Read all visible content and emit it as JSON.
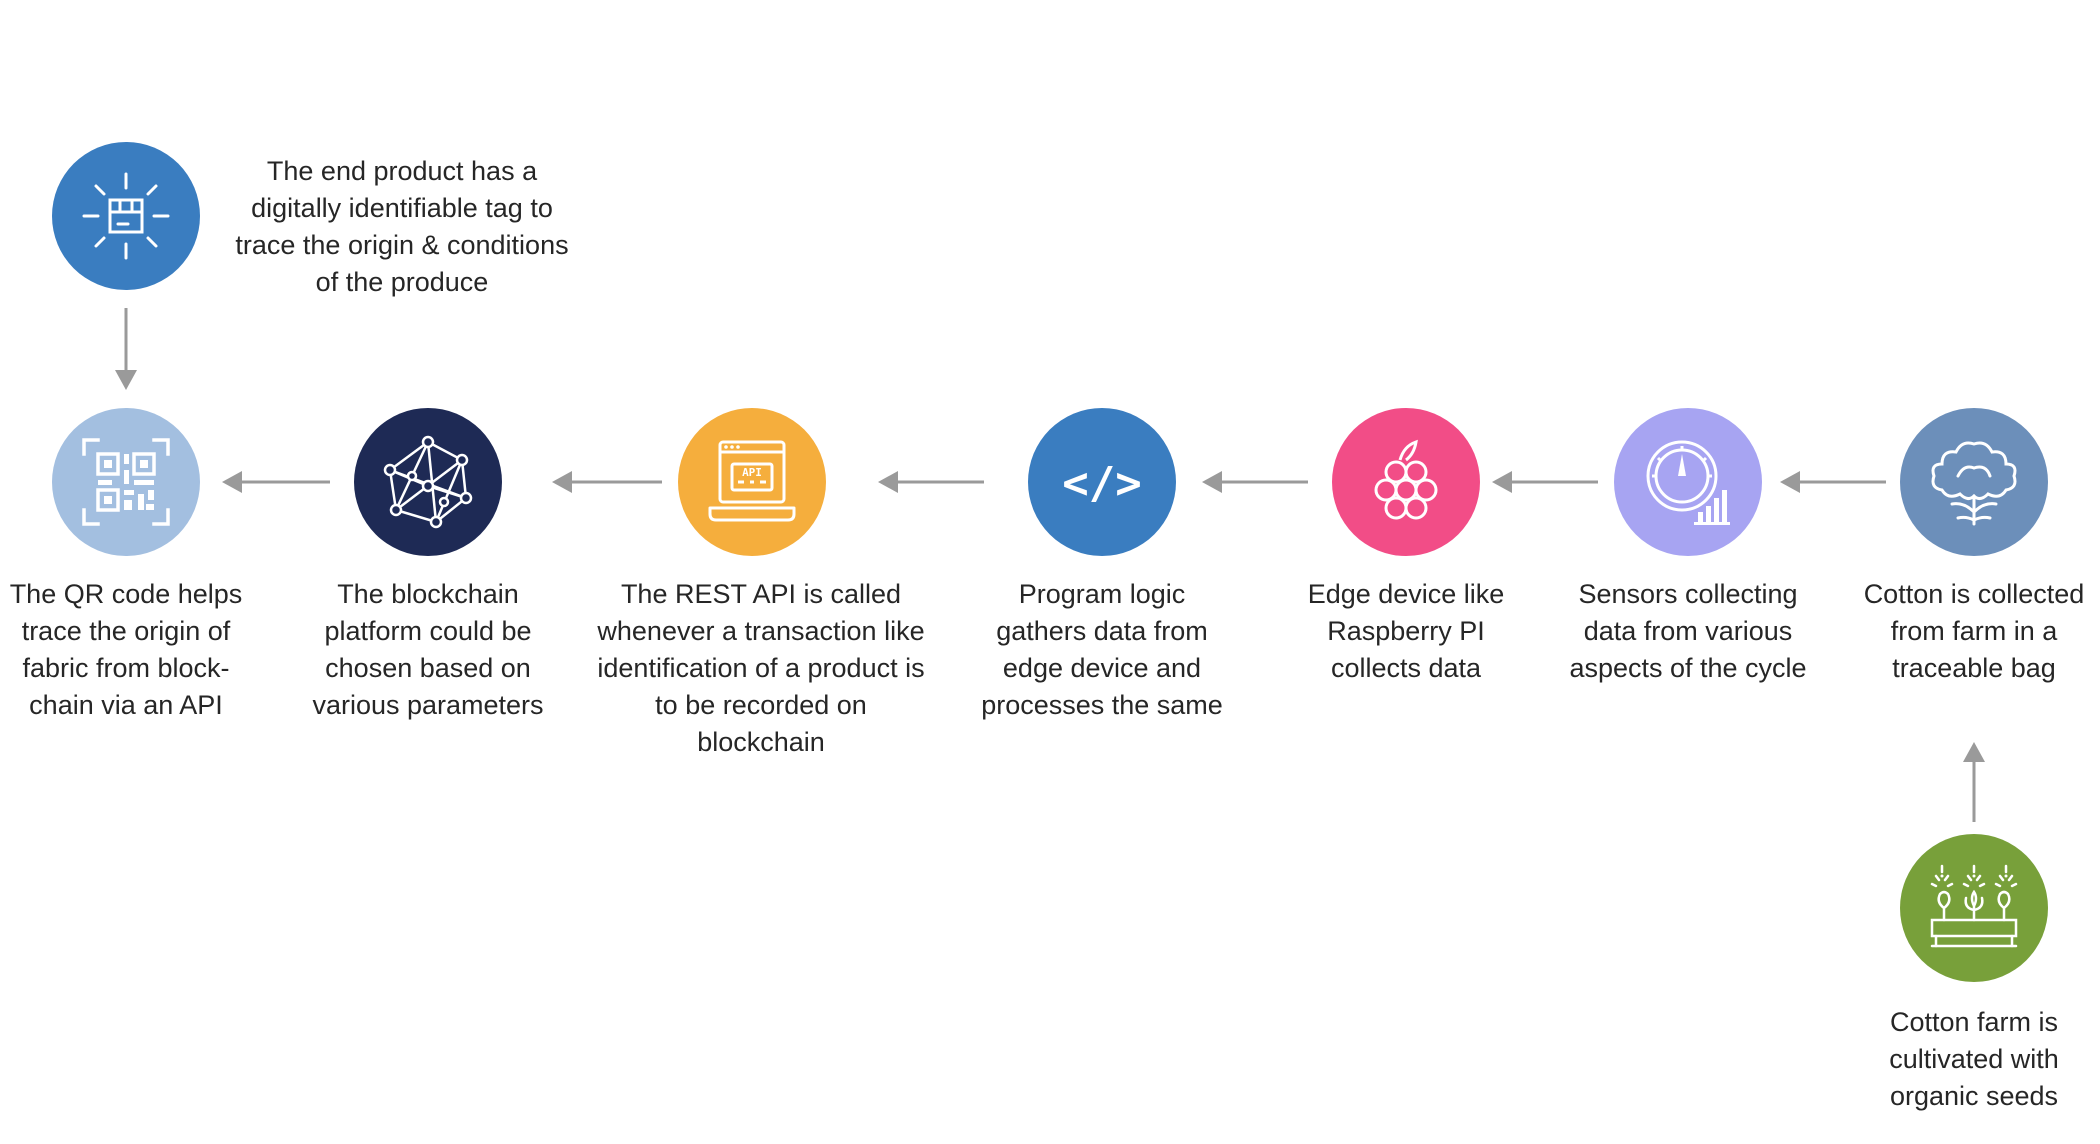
{
  "steps": {
    "qr": {
      "label": "The QR code helps trace the origin of fabric from block-chain via an API",
      "color": "#A3BFE0",
      "icon": "qr-code-icon"
    },
    "blockchain": {
      "label": "The blockchain platform could be chosen based on various parameters",
      "color": "#1E2A55",
      "icon": "network-icon"
    },
    "api": {
      "label": "The REST API is called whenever a transaction like identification of a product is to be recorded on blockchain",
      "color": "#F5AE3D",
      "icon": "api-laptop-icon",
      "icon_text": "API"
    },
    "logic": {
      "label": "Program logic gathers data from edge device and processes the same",
      "color": "#3A7DC0",
      "icon": "code-icon",
      "icon_text": "</>"
    },
    "edge": {
      "label": "Edge device like Raspberry PI collects data",
      "color": "#F24D87",
      "icon": "raspberry-icon"
    },
    "sensors": {
      "label": "Sensors collecting data from various aspects of the cycle",
      "color": "#A7A4F2",
      "icon": "gauge-icon"
    },
    "cotton": {
      "label": "Cotton is collected from farm in a traceable bag",
      "color": "#6C8FBA",
      "icon": "cotton-icon"
    },
    "farm": {
      "label": "Cotton farm is cultivated with organic seeds",
      "color": "#78A03A",
      "icon": "farm-icon"
    },
    "product": {
      "label": "The end product has a digitally identifiable tag to trace the origin & conditions of the produce",
      "color": "#3A7DC0",
      "icon": "tagged-box-icon"
    }
  },
  "arrow_color": "#9A9A9A"
}
